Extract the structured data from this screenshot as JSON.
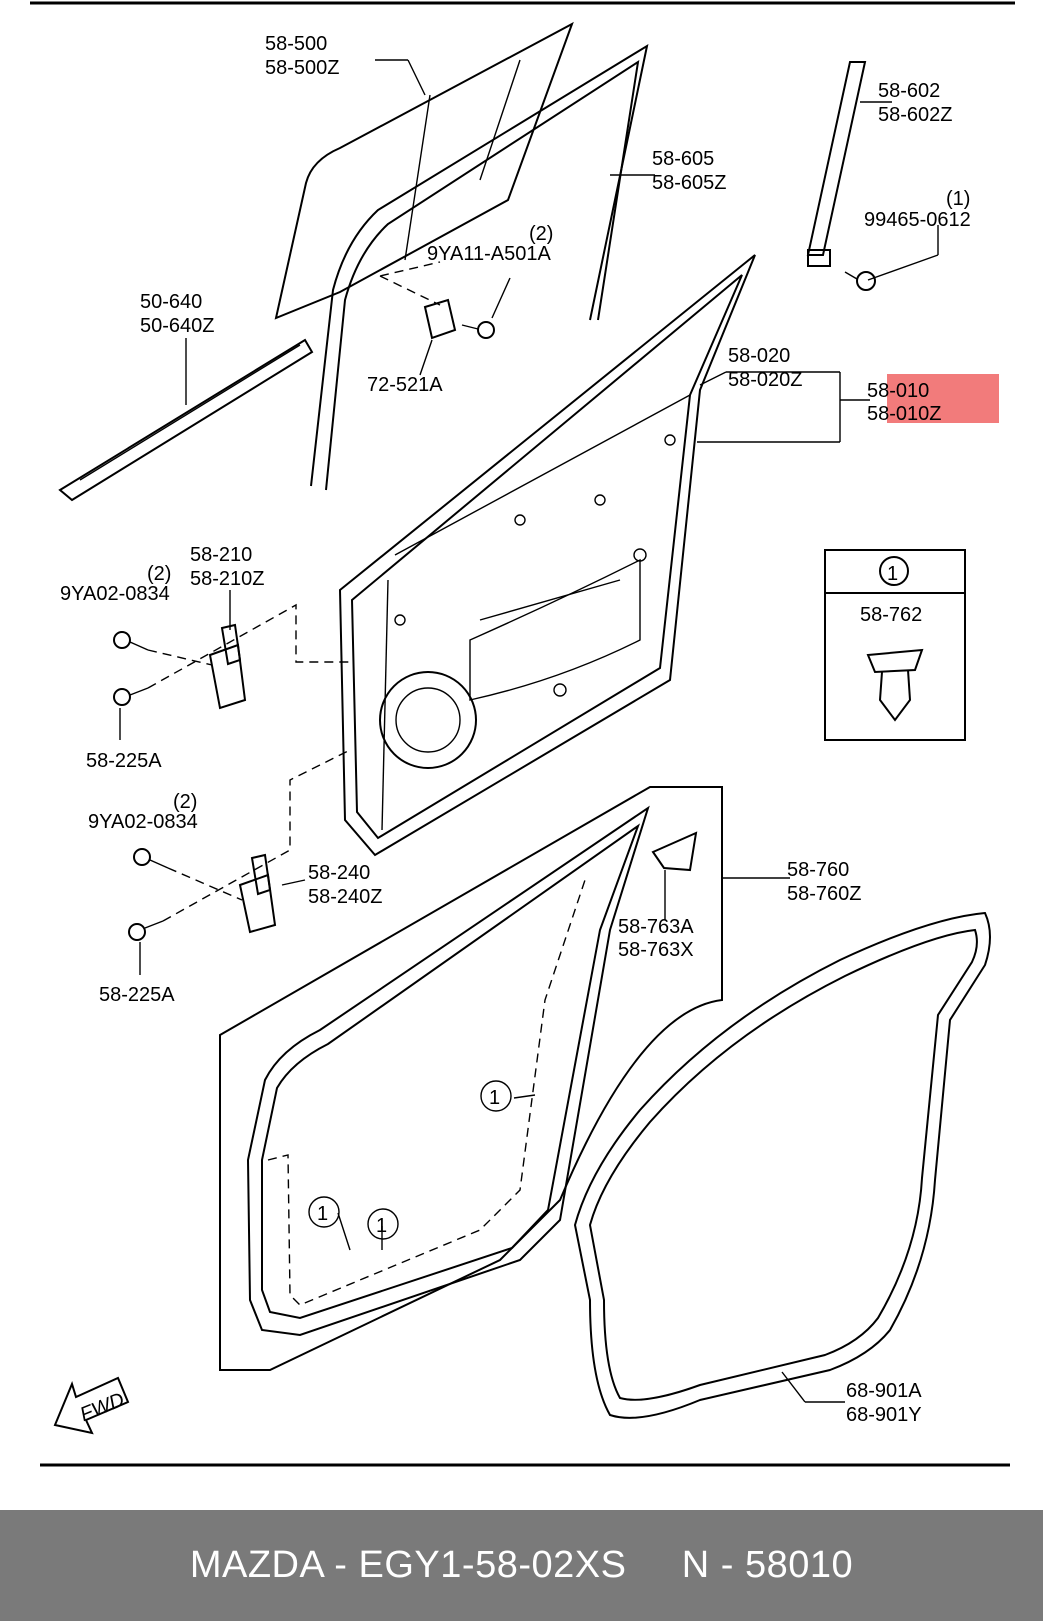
{
  "parts": {
    "p58_500": [
      "58-500",
      "58-500Z"
    ],
    "p58_605": [
      "58-605",
      "58-605Z"
    ],
    "p58_602": [
      "58-602",
      "58-602Z"
    ],
    "p99465": [
      "(1)",
      "99465-0612"
    ],
    "p9ya11": [
      "(2)",
      "9YA11-A501A"
    ],
    "p50_640": [
      "50-640",
      "50-640Z"
    ],
    "p72_521a": "72-521A",
    "p58_020": [
      "58-020",
      "58-020Z"
    ],
    "p58_010": [
      "58-010",
      "58-010Z"
    ],
    "p58_210": [
      "58-210",
      "58-210Z"
    ],
    "p9ya02_a": [
      "(2)",
      "9YA02-0834"
    ],
    "p58_225a_1": "58-225A",
    "p58_762": "58-762",
    "p9ya02_b": [
      "(2)",
      "9YA02-0834"
    ],
    "p58_240": [
      "58-240",
      "58-240Z"
    ],
    "p58_760": [
      "58-760",
      "58-760Z"
    ],
    "p58_763": [
      "58-763A",
      "58-763X"
    ],
    "p58_225a_2": "58-225A",
    "p68_901": [
      "68-901A",
      "68-901Y"
    ]
  },
  "callouts": {
    "ref1": "1"
  },
  "fwd": "FWD",
  "highlight_color": "#f27b7b",
  "footer": {
    "brand": "MAZDA",
    "part_no": "EGY1-58-02XS",
    "ref": "N - 58010"
  }
}
